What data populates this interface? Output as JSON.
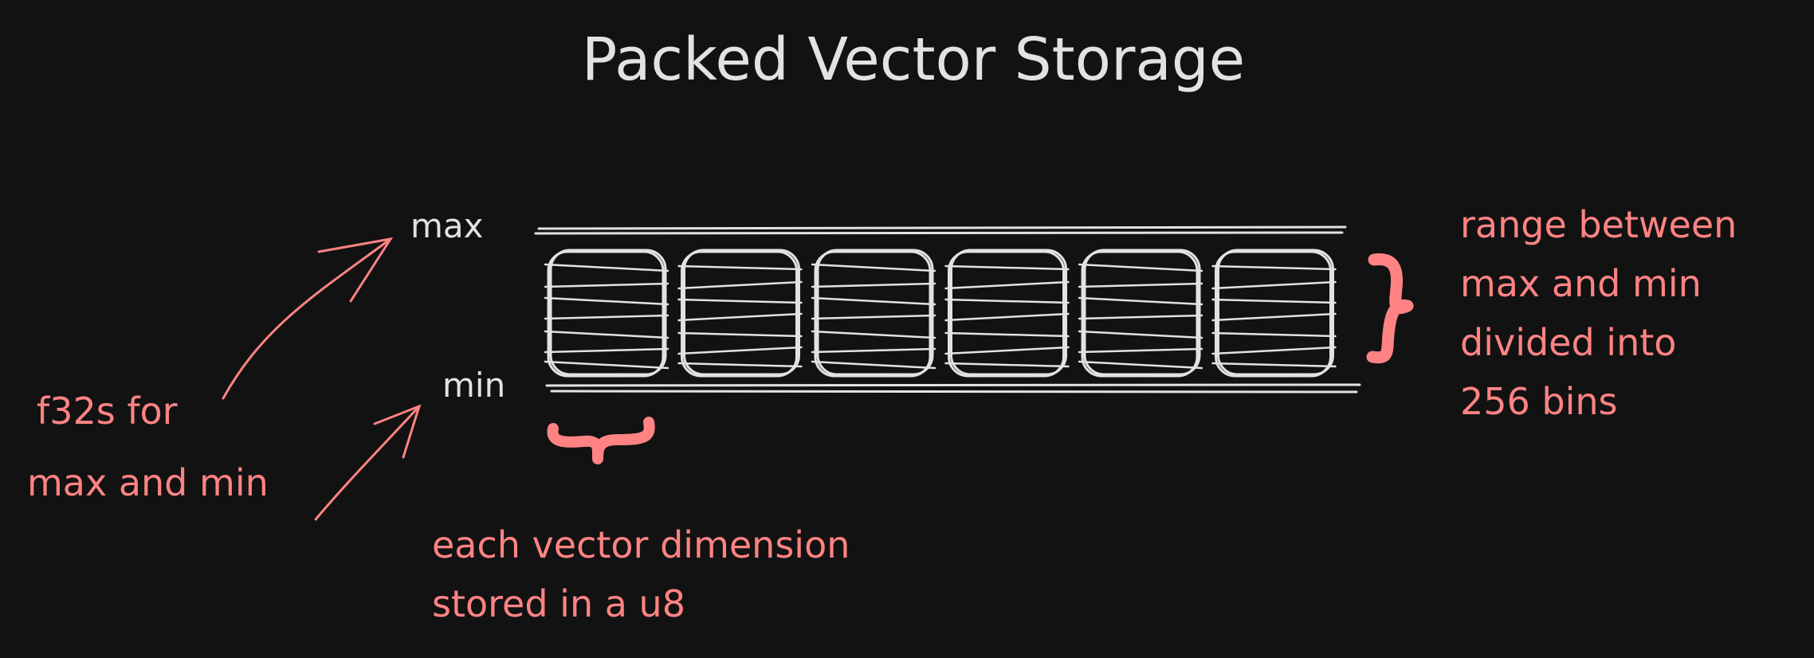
{
  "title": "Packed Vector Storage",
  "labels": {
    "max": "max",
    "min": "min"
  },
  "annotations": {
    "f32_note": [
      "f32s for",
      "max and min"
    ],
    "range_note": [
      "range between",
      "max and min",
      "divided into",
      "256 bins"
    ],
    "dimension_note": [
      "each vector dimension",
      "stored in a u8"
    ]
  },
  "colors": {
    "background": "#121212",
    "ink": "#e2e2e2",
    "accent": "#ff8383"
  },
  "cells": {
    "count": 6
  }
}
